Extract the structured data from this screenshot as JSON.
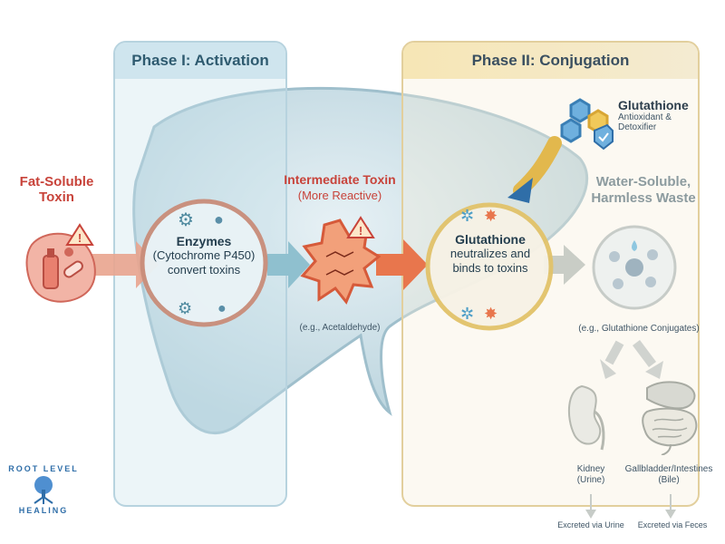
{
  "phases": {
    "phase1_title": "Phase I: Activation",
    "phase2_title": "Phase II: Conjugation"
  },
  "toxin": {
    "title_line1": "Fat-Soluble",
    "title_line2": "Toxin"
  },
  "enzymes": {
    "line1": "Enzymes",
    "line2": "(Cytochrome P450)",
    "line3": "convert toxins"
  },
  "intermediate": {
    "title_line1": "Intermediate Toxin",
    "title_line2": "(More Reactive)",
    "example": "(e.g., Acetaldehyde)"
  },
  "glutathione_source": {
    "title": "Glutathione",
    "desc_line1": "Antioxidant &",
    "desc_line2": "Detoxifier"
  },
  "glutathione_action": {
    "line1": "Glutathione",
    "line2": "neutralizes and",
    "line3": "binds to toxins"
  },
  "waste": {
    "title_line1": "Water-Soluble,",
    "title_line2": "Harmless Waste",
    "example": "(e.g., Glutathione Conjugates)"
  },
  "excretion": {
    "kidney_line1": "Kidney",
    "kidney_line2": "(Urine)",
    "gut_line1": "Gallbladder/Intestines",
    "gut_line2": "(Bile)",
    "urine_out": "Excreted via Urine",
    "feces_out": "Excreted via Feces"
  },
  "logo": {
    "line1": "ROOT LEVEL",
    "line2": "HEALING"
  },
  "colors": {
    "toxin_red": "#c8433a",
    "arrow_blue": "#7fb6c6",
    "arrow_orange": "#e8764d",
    "gold": "#e2c36a",
    "liver": "#cfe2ea"
  }
}
